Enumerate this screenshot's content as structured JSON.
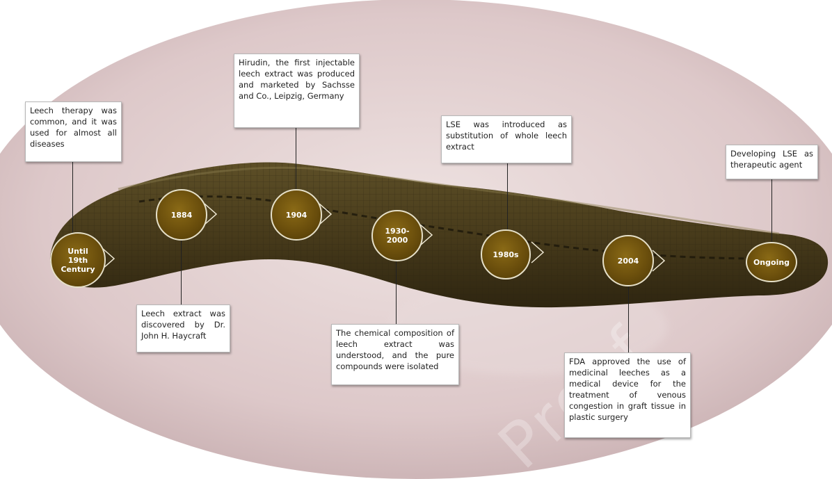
{
  "timeline": [
    {
      "id": "until19",
      "label": "Until 19th Century",
      "text": "Leech therapy was common, and it was used for almost all diseases"
    },
    {
      "id": "1884",
      "label": "1884",
      "text": "Leech extract was discovered by Dr. John H. Haycraft"
    },
    {
      "id": "1904",
      "label": "1904",
      "text": "Hirudin, the first injectable leech extract was produced and marketed by Sachsse and Co., Leipzig, Germany"
    },
    {
      "id": "1930",
      "label": "1930-2000",
      "text": "The chemical composition of leech extract was understood, and the pure compounds were isolated"
    },
    {
      "id": "1980s",
      "label": "1980s",
      "text": "LSE was introduced as substitution of whole leech extract"
    },
    {
      "id": "2004",
      "label": "2004",
      "text": "FDA approved the use of medicinal leeches as a medical device for the treatment of venous congestion in graft tissue in plastic surgery"
    },
    {
      "id": "ongoing",
      "label": "Ongoing",
      "text": "Developing LSE as therapeutic agent"
    }
  ],
  "watermark": "Proof",
  "colors": {
    "node_fill": "#6a4e0c",
    "node_border": "#e6e0c9",
    "leech_body": "#4a3d1d",
    "background_dish": "#d9c6c7"
  }
}
